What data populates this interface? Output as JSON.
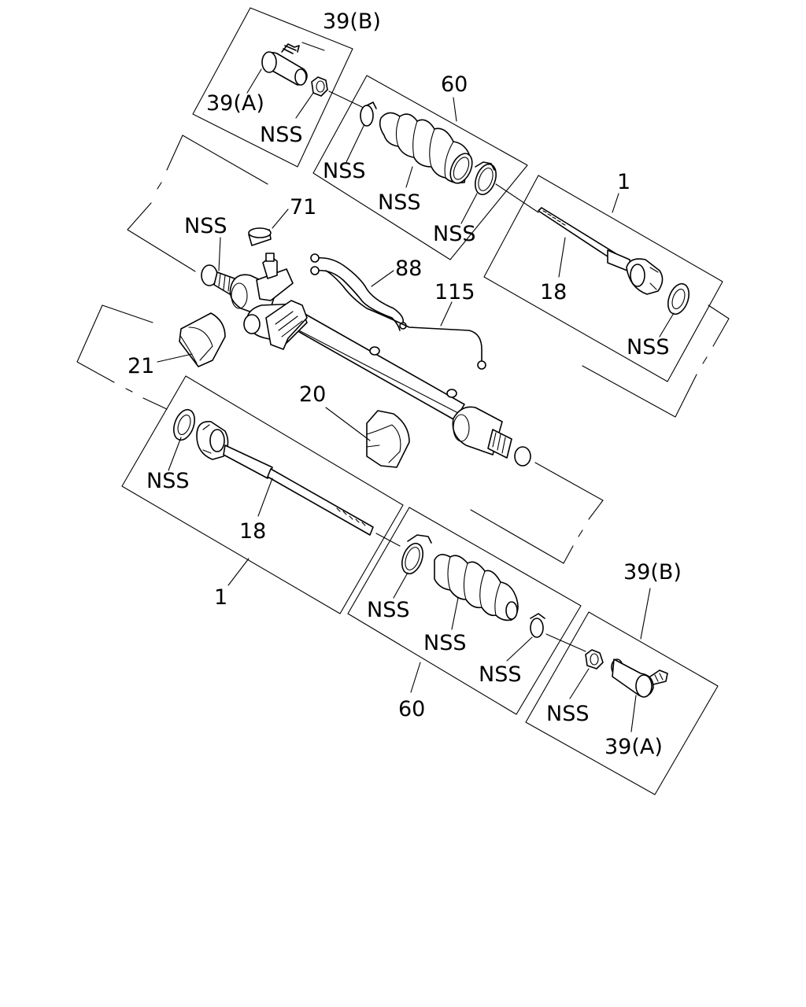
{
  "labels": {
    "top_39b": "39(B)",
    "top_39a": "39(A)",
    "top_nss_nut": "NSS",
    "top_60": "60",
    "top_nss_clip": "NSS",
    "top_nss_boot": "NSS",
    "top_nss_band": "NSS",
    "top_1": "1",
    "top_18": "18",
    "top_nss_washer": "NSS",
    "main_nss": "NSS",
    "main_71": "71",
    "main_88": "88",
    "main_115": "115",
    "main_21": "21",
    "main_20": "20",
    "bot_nss_washer": "NSS",
    "bot_18": "18",
    "bot_1": "1",
    "bot_nss_band": "NSS",
    "bot_nss_boot": "NSS",
    "bot_nss_clip": "NSS",
    "bot_60": "60",
    "bot_39b": "39(B)",
    "bot_nss_nut": "NSS",
    "bot_39a": "39(A)"
  }
}
